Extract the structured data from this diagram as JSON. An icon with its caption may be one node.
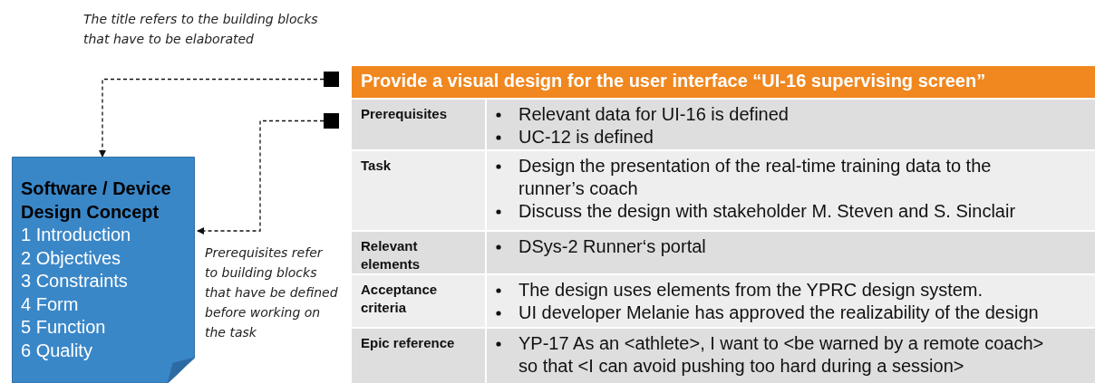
{
  "diagram": {
    "nodes": [
      {
        "text": [
          "Software / Device Design Concept",
          "1 Introduction",
          "2 Objectives",
          "3 Constraints",
          "4 Form",
          "5 Function",
          "6 Quality"
        ]
      },
      {
        "text": [],
        "shape": "box"
      },
      {
        "text": [],
        "shape": "box"
      },
      {
        "text": [
          "Provide a visual design for the user interface “UI-16 supervising screen”"
        ]
      }
    ],
    "edges": [
      {
        "from": 1,
        "to": 0,
        "arrow": "to",
        "style": "dashed"
      },
      {
        "from": 2,
        "to": 0,
        "arrow": "to",
        "style": "dashed"
      }
    ],
    "labels": [
      "The title refers to the building blocks that have to be elaborated",
      "Prerequisites refer to building blocks that have be defined before working on the task",
      "Prerequisites",
      "Relevant data for UI-16  is defined",
      "UC-12 is defined",
      "Task",
      "Design the presentation of the real-time training data to the runner’s coach",
      "Discuss the design with stakeholder M. Steven and S. Sinclair",
      "Relevant elements",
      "DSys-2 Runner‘s portal",
      "Acceptance criteria",
      "The design uses elements from the YPRC design system.",
      "UI developer Melanie has approved the realizability of the design",
      "Epic reference",
      "YP-17 As an <athlete>, I want to <be warned by a remote coach> so that <I can avoid pushing too hard during a session>"
    ]
  }
}
